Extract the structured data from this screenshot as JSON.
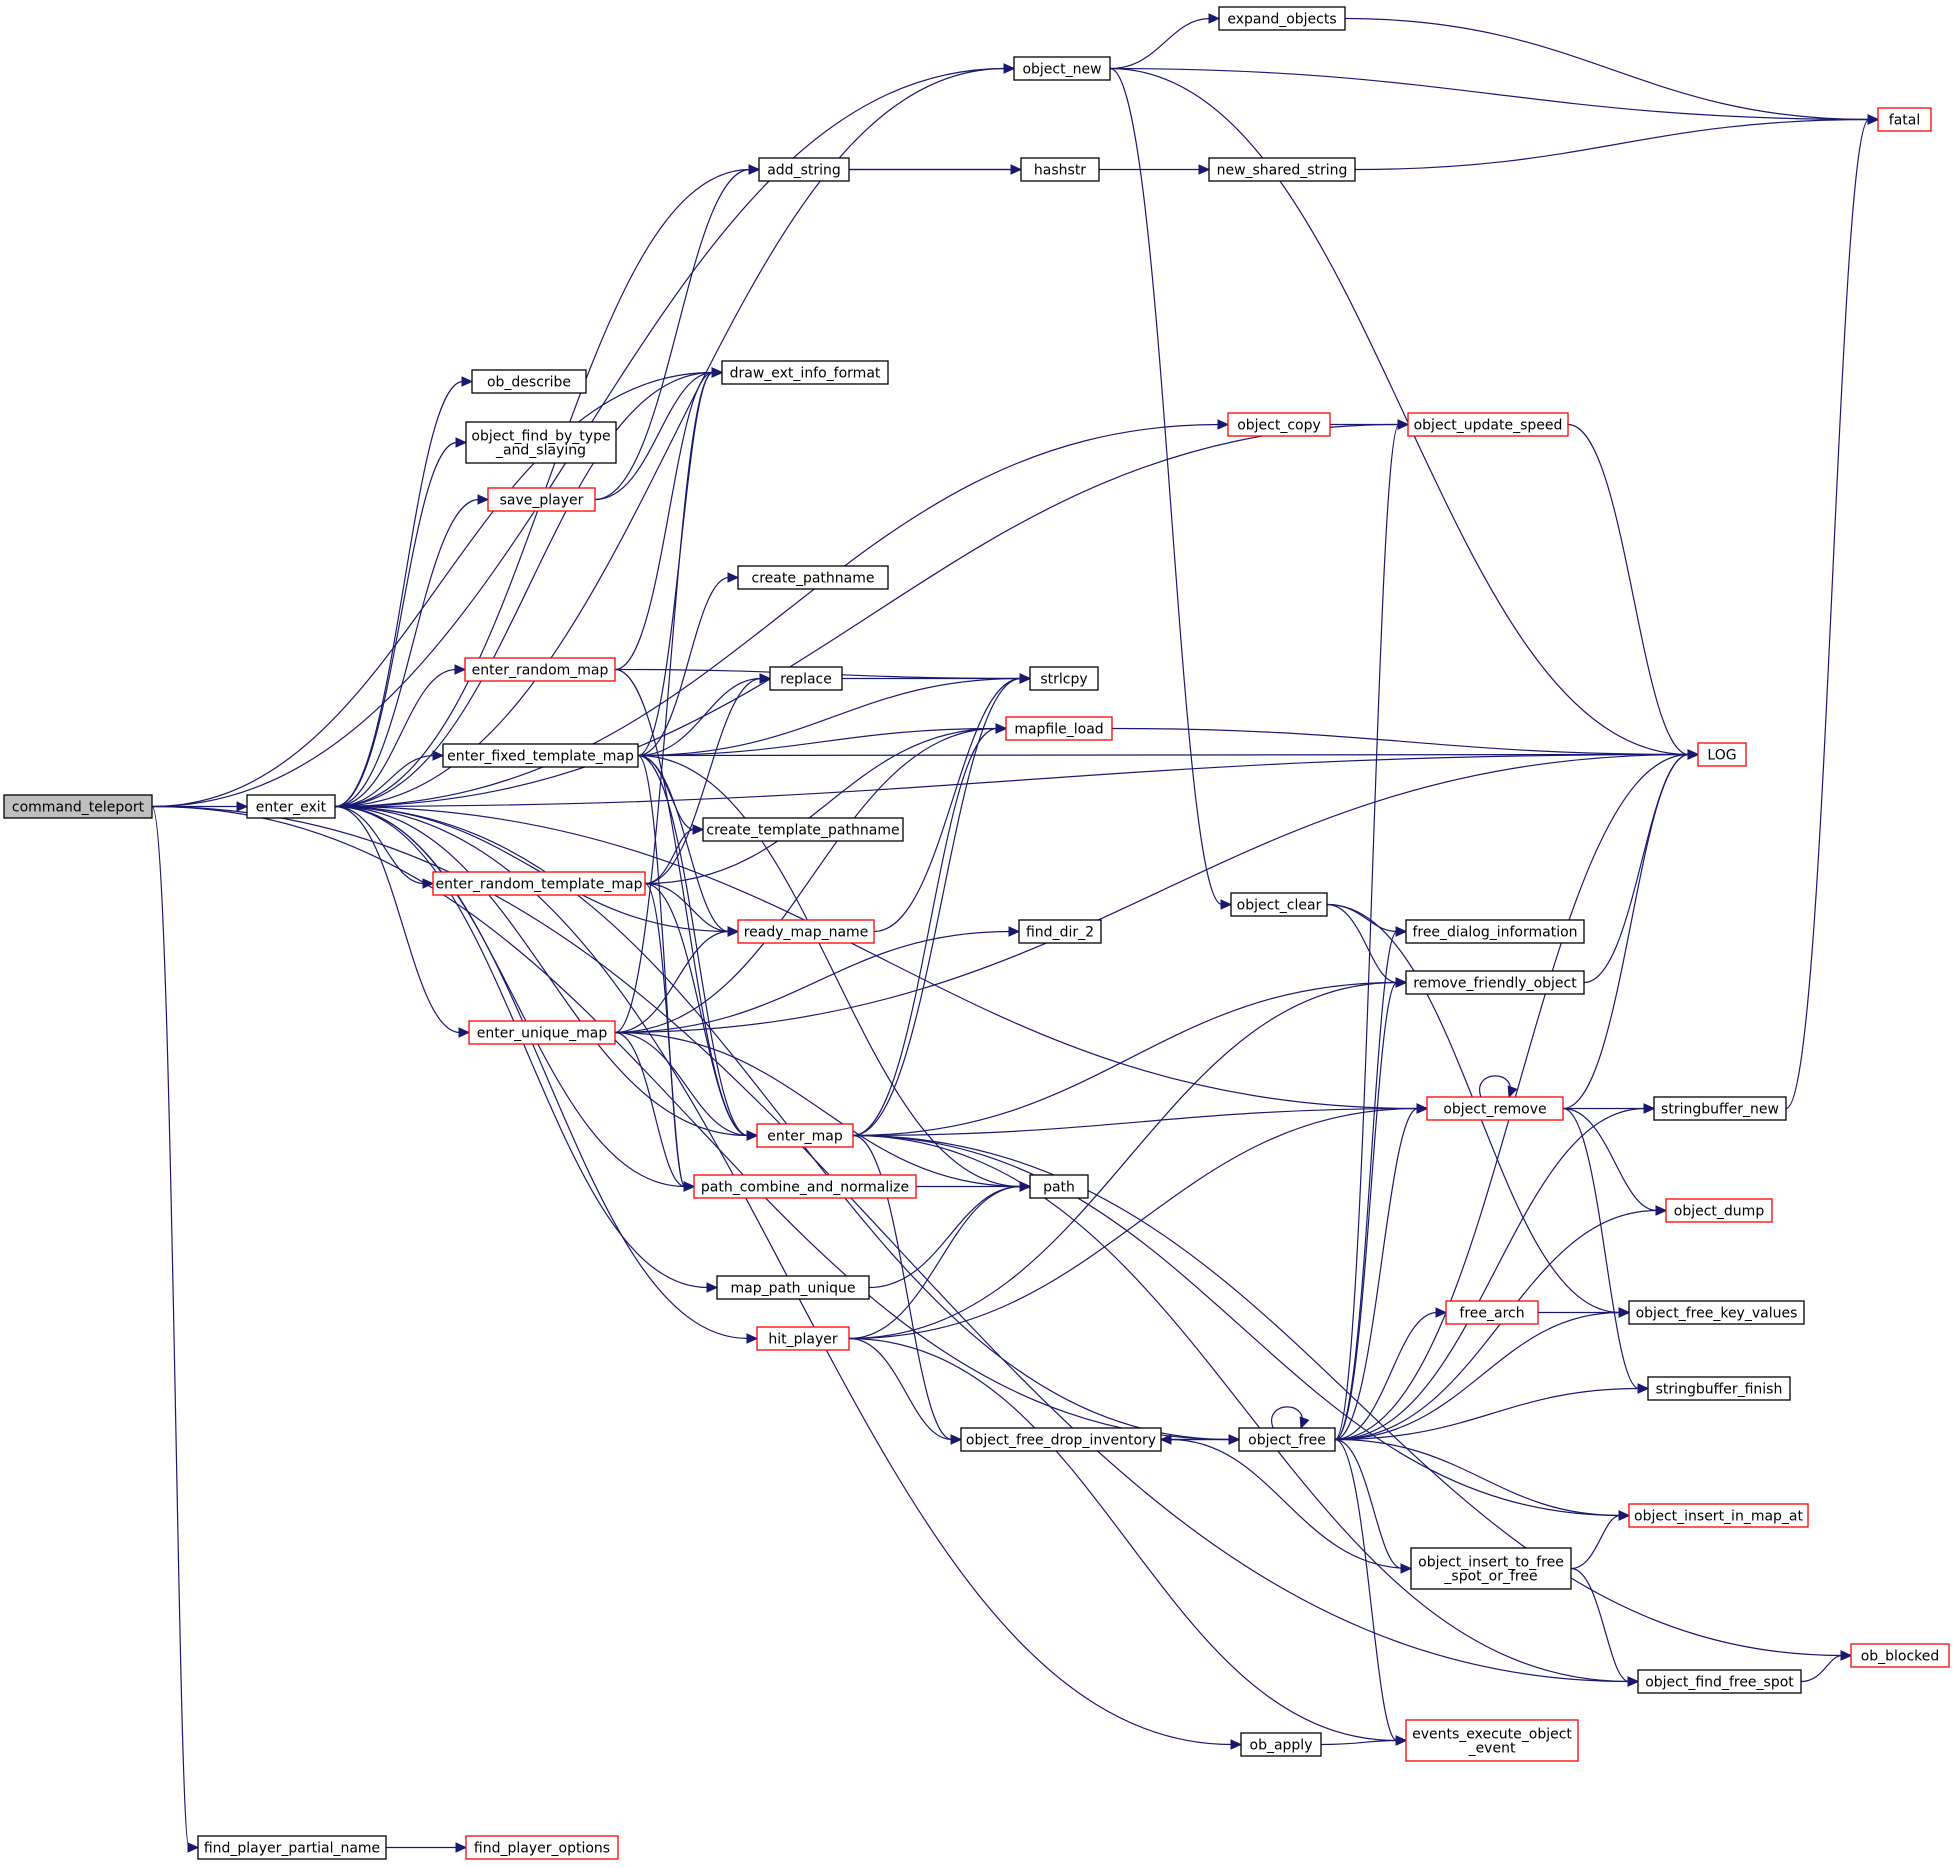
{
  "colors": {
    "edge": "#191970",
    "normal_border": "#000000",
    "truncated_border": "#ff0000",
    "root_fill": "#bfbfbf",
    "fill": "#ffffff"
  },
  "nodes": [
    {
      "id": "command_teleport",
      "lines": [
        "command_teleport"
      ],
      "style": "root"
    },
    {
      "id": "enter_exit",
      "lines": [
        "enter_exit"
      ],
      "style": "normal"
    },
    {
      "id": "find_player_partial_name",
      "lines": [
        "find_player_partial_name"
      ],
      "style": "normal"
    },
    {
      "id": "find_player_options",
      "lines": [
        "find_player_options"
      ],
      "style": "truncated"
    },
    {
      "id": "object_new",
      "lines": [
        "object_new"
      ],
      "style": "normal"
    },
    {
      "id": "expand_objects",
      "lines": [
        "expand_objects"
      ],
      "style": "normal"
    },
    {
      "id": "fatal",
      "lines": [
        "fatal"
      ],
      "style": "truncated"
    },
    {
      "id": "add_string",
      "lines": [
        "add_string"
      ],
      "style": "normal"
    },
    {
      "id": "hashstr",
      "lines": [
        "hashstr"
      ],
      "style": "normal"
    },
    {
      "id": "new_shared_string",
      "lines": [
        "new_shared_string"
      ],
      "style": "normal"
    },
    {
      "id": "draw_ext_info_format",
      "lines": [
        "draw_ext_info_format"
      ],
      "style": "normal"
    },
    {
      "id": "ob_describe",
      "lines": [
        "ob_describe"
      ],
      "style": "normal"
    },
    {
      "id": "object_find_by_type_and_slaying",
      "lines": [
        "object_find_by_type",
        "_and_slaying"
      ],
      "style": "normal"
    },
    {
      "id": "save_player",
      "lines": [
        "save_player"
      ],
      "style": "truncated"
    },
    {
      "id": "object_copy",
      "lines": [
        "object_copy"
      ],
      "style": "truncated"
    },
    {
      "id": "object_update_speed",
      "lines": [
        "object_update_speed"
      ],
      "style": "truncated"
    },
    {
      "id": "create_pathname",
      "lines": [
        "create_pathname"
      ],
      "style": "normal"
    },
    {
      "id": "enter_random_map",
      "lines": [
        "enter_random_map"
      ],
      "style": "truncated"
    },
    {
      "id": "replace",
      "lines": [
        "replace"
      ],
      "style": "normal"
    },
    {
      "id": "strlcpy",
      "lines": [
        "strlcpy"
      ],
      "style": "normal"
    },
    {
      "id": "enter_fixed_template_map",
      "lines": [
        "enter_fixed_template_map"
      ],
      "style": "normal"
    },
    {
      "id": "mapfile_load",
      "lines": [
        "mapfile_load"
      ],
      "style": "truncated"
    },
    {
      "id": "LOG",
      "lines": [
        "LOG"
      ],
      "style": "truncated"
    },
    {
      "id": "create_template_pathname",
      "lines": [
        "create_template_pathname"
      ],
      "style": "normal"
    },
    {
      "id": "enter_random_template_map",
      "lines": [
        "enter_random_template_map"
      ],
      "style": "truncated"
    },
    {
      "id": "object_clear",
      "lines": [
        "object_clear"
      ],
      "style": "normal"
    },
    {
      "id": "free_dialog_information",
      "lines": [
        "free_dialog_information"
      ],
      "style": "normal"
    },
    {
      "id": "ready_map_name",
      "lines": [
        "ready_map_name"
      ],
      "style": "truncated"
    },
    {
      "id": "find_dir_2",
      "lines": [
        "find_dir_2"
      ],
      "style": "normal"
    },
    {
      "id": "remove_friendly_object",
      "lines": [
        "remove_friendly_object"
      ],
      "style": "normal"
    },
    {
      "id": "enter_unique_map",
      "lines": [
        "enter_unique_map"
      ],
      "style": "truncated"
    },
    {
      "id": "object_remove",
      "lines": [
        "object_remove"
      ],
      "style": "truncated"
    },
    {
      "id": "stringbuffer_new",
      "lines": [
        "stringbuffer_new"
      ],
      "style": "normal"
    },
    {
      "id": "enter_map",
      "lines": [
        "enter_map"
      ],
      "style": "truncated"
    },
    {
      "id": "path_combine_and_normalize",
      "lines": [
        "path_combine_and_normalize"
      ],
      "style": "truncated"
    },
    {
      "id": "path",
      "lines": [
        "path"
      ],
      "style": "normal"
    },
    {
      "id": "object_dump",
      "lines": [
        "object_dump"
      ],
      "style": "truncated"
    },
    {
      "id": "map_path_unique",
      "lines": [
        "map_path_unique"
      ],
      "style": "normal"
    },
    {
      "id": "free_arch",
      "lines": [
        "free_arch"
      ],
      "style": "truncated"
    },
    {
      "id": "object_free_key_values",
      "lines": [
        "object_free_key_values"
      ],
      "style": "normal"
    },
    {
      "id": "hit_player",
      "lines": [
        "hit_player"
      ],
      "style": "truncated"
    },
    {
      "id": "stringbuffer_finish",
      "lines": [
        "stringbuffer_finish"
      ],
      "style": "normal"
    },
    {
      "id": "object_free_drop_inventory",
      "lines": [
        "object_free_drop_inventory"
      ],
      "style": "normal"
    },
    {
      "id": "object_free",
      "lines": [
        "object_free"
      ],
      "style": "normal"
    },
    {
      "id": "object_insert_in_map_at",
      "lines": [
        "object_insert_in_map_at"
      ],
      "style": "truncated"
    },
    {
      "id": "object_insert_to_free_spot_or_free",
      "lines": [
        "object_insert_to_free",
        "_spot_or_free"
      ],
      "style": "normal"
    },
    {
      "id": "ob_blocked",
      "lines": [
        "ob_blocked"
      ],
      "style": "truncated"
    },
    {
      "id": "object_find_free_spot",
      "lines": [
        "object_find_free_spot"
      ],
      "style": "normal"
    },
    {
      "id": "ob_apply",
      "lines": [
        "ob_apply"
      ],
      "style": "normal"
    },
    {
      "id": "events_execute_object_event",
      "lines": [
        "events_execute_object",
        "_event"
      ],
      "style": "truncated"
    }
  ],
  "edges": [
    [
      "command_teleport",
      "enter_exit"
    ],
    [
      "command_teleport",
      "object_new"
    ],
    [
      "command_teleport",
      "draw_ext_info_format"
    ],
    [
      "command_teleport",
      "object_free"
    ],
    [
      "command_teleport",
      "object_find_free_spot"
    ],
    [
      "command_teleport",
      "find_player_partial_name"
    ],
    [
      "find_player_partial_name",
      "find_player_options"
    ],
    [
      "enter_exit",
      "object_new"
    ],
    [
      "enter_exit",
      "add_string"
    ],
    [
      "enter_exit",
      "LOG"
    ],
    [
      "enter_exit",
      "object_update_speed"
    ],
    [
      "enter_exit",
      "draw_ext_info_format"
    ],
    [
      "enter_exit",
      "ob_describe"
    ],
    [
      "enter_exit",
      "object_find_by_type_and_slaying"
    ],
    [
      "enter_exit",
      "save_player"
    ],
    [
      "enter_exit",
      "object_copy"
    ],
    [
      "enter_exit",
      "enter_random_map"
    ],
    [
      "enter_exit",
      "enter_fixed_template_map"
    ],
    [
      "enter_exit",
      "enter_random_template_map"
    ],
    [
      "enter_exit",
      "enter_unique_map"
    ],
    [
      "enter_exit",
      "ready_map_name"
    ],
    [
      "enter_exit",
      "enter_map"
    ],
    [
      "enter_exit",
      "path_combine_and_normalize"
    ],
    [
      "enter_exit",
      "map_path_unique"
    ],
    [
      "enter_exit",
      "hit_player"
    ],
    [
      "enter_exit",
      "object_remove"
    ],
    [
      "enter_exit",
      "object_free"
    ],
    [
      "enter_exit",
      "ob_apply"
    ],
    [
      "object_new",
      "expand_objects"
    ],
    [
      "object_new",
      "fatal"
    ],
    [
      "object_new",
      "LOG"
    ],
    [
      "object_new",
      "object_clear"
    ],
    [
      "expand_objects",
      "fatal"
    ],
    [
      "add_string",
      "hashstr"
    ],
    [
      "add_string",
      "new_shared_string"
    ],
    [
      "new_shared_string",
      "fatal"
    ],
    [
      "save_player",
      "add_string"
    ],
    [
      "save_player",
      "draw_ext_info_format"
    ],
    [
      "object_copy",
      "object_update_speed"
    ],
    [
      "object_update_speed",
      "LOG"
    ],
    [
      "enter_random_map",
      "draw_ext_info_format"
    ],
    [
      "enter_random_map",
      "strlcpy"
    ],
    [
      "enter_random_map",
      "enter_map"
    ],
    [
      "replace",
      "strlcpy"
    ],
    [
      "enter_fixed_template_map",
      "draw_ext_info_format"
    ],
    [
      "enter_fixed_template_map",
      "LOG"
    ],
    [
      "enter_fixed_template_map",
      "create_pathname"
    ],
    [
      "enter_fixed_template_map",
      "replace"
    ],
    [
      "enter_fixed_template_map",
      "strlcpy"
    ],
    [
      "enter_fixed_template_map",
      "mapfile_load"
    ],
    [
      "enter_fixed_template_map",
      "create_template_pathname"
    ],
    [
      "enter_fixed_template_map",
      "ready_map_name"
    ],
    [
      "enter_fixed_template_map",
      "enter_map"
    ],
    [
      "enter_fixed_template_map",
      "path_combine_and_normalize"
    ],
    [
      "enter_fixed_template_map",
      "path"
    ],
    [
      "mapfile_load",
      "LOG"
    ],
    [
      "enter_random_template_map",
      "replace"
    ],
    [
      "enter_random_template_map",
      "mapfile_load"
    ],
    [
      "enter_random_template_map",
      "create_template_pathname"
    ],
    [
      "enter_random_template_map",
      "ready_map_name"
    ],
    [
      "enter_random_template_map",
      "enter_map"
    ],
    [
      "enter_random_template_map",
      "path_combine_and_normalize"
    ],
    [
      "ready_map_name",
      "strlcpy"
    ],
    [
      "enter_unique_map",
      "draw_ext_info_format"
    ],
    [
      "enter_unique_map",
      "LOG"
    ],
    [
      "enter_unique_map",
      "mapfile_load"
    ],
    [
      "enter_unique_map",
      "ready_map_name"
    ],
    [
      "enter_unique_map",
      "find_dir_2"
    ],
    [
      "enter_unique_map",
      "enter_map"
    ],
    [
      "enter_unique_map",
      "path_combine_and_normalize"
    ],
    [
      "enter_unique_map",
      "path"
    ],
    [
      "enter_map",
      "strlcpy"
    ],
    [
      "enter_map",
      "mapfile_load"
    ],
    [
      "enter_map",
      "remove_friendly_object"
    ],
    [
      "enter_map",
      "object_remove"
    ],
    [
      "enter_map",
      "object_insert_in_map_at"
    ],
    [
      "enter_map",
      "object_free_drop_inventory"
    ],
    [
      "enter_map",
      "object_find_free_spot"
    ],
    [
      "enter_map",
      "ob_blocked"
    ],
    [
      "path_combine_and_normalize",
      "path"
    ],
    [
      "map_path_unique",
      "path"
    ],
    [
      "hit_player",
      "path"
    ],
    [
      "hit_player",
      "remove_friendly_object"
    ],
    [
      "hit_player",
      "object_remove"
    ],
    [
      "hit_player",
      "object_free_drop_inventory"
    ],
    [
      "hit_player",
      "events_execute_object_event"
    ],
    [
      "object_clear",
      "free_dialog_information"
    ],
    [
      "object_clear",
      "remove_friendly_object"
    ],
    [
      "object_clear",
      "object_free_key_values"
    ],
    [
      "remove_friendly_object",
      "LOG"
    ],
    [
      "object_remove",
      "object_remove"
    ],
    [
      "object_remove",
      "LOG"
    ],
    [
      "object_remove",
      "stringbuffer_new"
    ],
    [
      "object_remove",
      "object_dump"
    ],
    [
      "object_remove",
      "stringbuffer_finish"
    ],
    [
      "stringbuffer_new",
      "fatal"
    ],
    [
      "free_arch",
      "object_free_key_values"
    ],
    [
      "object_free_drop_inventory",
      "object_free"
    ],
    [
      "object_free",
      "object_free"
    ],
    [
      "object_free",
      "object_update_speed"
    ],
    [
      "object_free",
      "free_dialog_information"
    ],
    [
      "object_free",
      "remove_friendly_object"
    ],
    [
      "object_free",
      "object_remove"
    ],
    [
      "object_free",
      "LOG"
    ],
    [
      "object_free",
      "stringbuffer_new"
    ],
    [
      "object_free",
      "object_dump"
    ],
    [
      "object_free",
      "free_arch"
    ],
    [
      "object_free",
      "object_free_key_values"
    ],
    [
      "object_free",
      "stringbuffer_finish"
    ],
    [
      "object_free",
      "object_free_drop_inventory"
    ],
    [
      "object_free",
      "object_insert_in_map_at"
    ],
    [
      "object_free",
      "object_insert_to_free_spot_or_free"
    ],
    [
      "object_free",
      "events_execute_object_event"
    ],
    [
      "object_insert_to_free_spot_or_free",
      "object_free_drop_inventory"
    ],
    [
      "object_insert_to_free_spot_or_free",
      "object_insert_in_map_at"
    ],
    [
      "object_insert_to_free_spot_or_free",
      "object_find_free_spot"
    ],
    [
      "object_find_free_spot",
      "ob_blocked"
    ],
    [
      "ob_apply",
      "events_execute_object_event"
    ]
  ]
}
